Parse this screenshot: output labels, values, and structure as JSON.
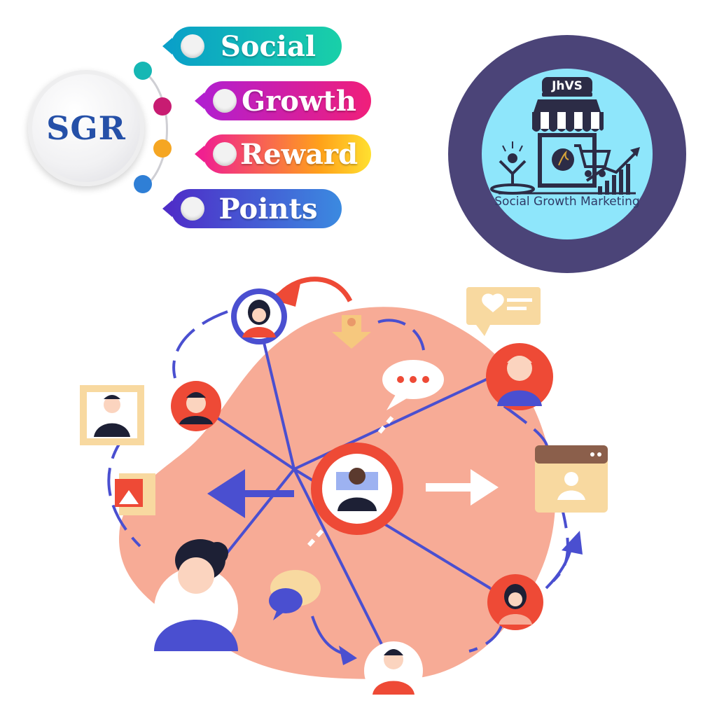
{
  "acronym": {
    "badge": "SGR",
    "words": [
      "Social",
      "Growth",
      "Reward",
      "Points"
    ]
  },
  "logo": {
    "tag": "JhVS",
    "caption": "Social Growth Marketing",
    "icons": [
      "storefront-icon",
      "people-cheer-icon",
      "shopping-cart-icon",
      "growth-chart-icon"
    ]
  },
  "network": {
    "icons": [
      "center-user-icon",
      "user-avatar-icon",
      "chat-bubble-icon",
      "heart-message-icon",
      "profile-card-icon",
      "arrow-left-icon",
      "arrow-right-icon",
      "location-pin-icon"
    ]
  },
  "colors": {
    "sgr_text": "#2550a8",
    "logo_outer": "#4b4478",
    "logo_inner": "#8ee6fb",
    "blob": "#f7ab96",
    "accent_red": "#ee4a36",
    "connector_blue": "#4a4fd0"
  }
}
